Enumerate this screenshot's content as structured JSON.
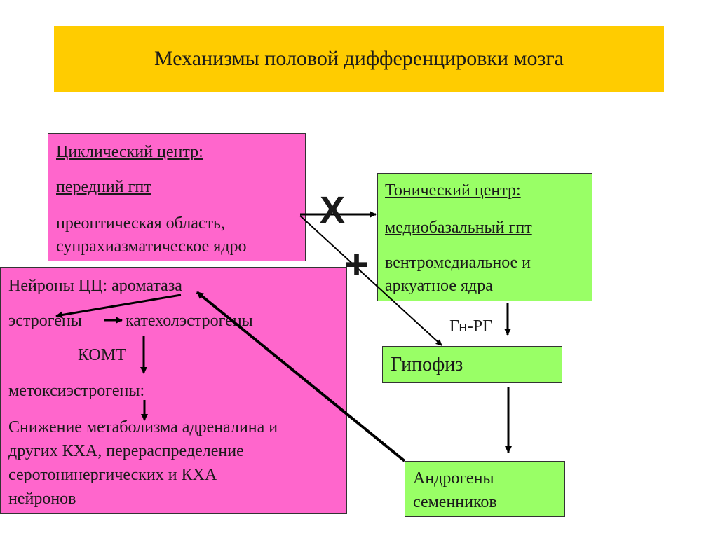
{
  "title": "Механизмы половой дифференцировки мозга",
  "cyclic_center": {
    "heading": "Циклический центр:",
    "line1": "передний гпт",
    "line2": "преоптическая область,",
    "line3": "супрахиазматическое ядро"
  },
  "tonic_center": {
    "heading": "Тонический центр:",
    "line1": "медиобазальный гпт",
    "line2": "вентромедиальное и",
    "line3": "аркуатное ядра"
  },
  "neurons_box": {
    "line1": "Нейроны ЦЦ: ароматаза",
    "estrogens": "эстрогены",
    "catecholestrogens": "катехолэстрогены",
    "komt": "КОМТ",
    "methoxyestrogens": "метоксиэстрогены:",
    "effect1": "Снижение метаболизма адреналина и",
    "effect2": "других КХА, перераспределение",
    "effect3": "серотонинергических и КХА",
    "effect4": "нейронов"
  },
  "gnrh_label": "Гн-РГ",
  "pituitary": "Гипофиз",
  "androgens": {
    "line1": "Андрогены",
    "line2": "семенников"
  },
  "inhibit_mark": "X",
  "stimulate_mark": "+",
  "colors": {
    "title_bg": "#ffcc00",
    "pink": "#ff66cc",
    "green": "#99ff66"
  }
}
